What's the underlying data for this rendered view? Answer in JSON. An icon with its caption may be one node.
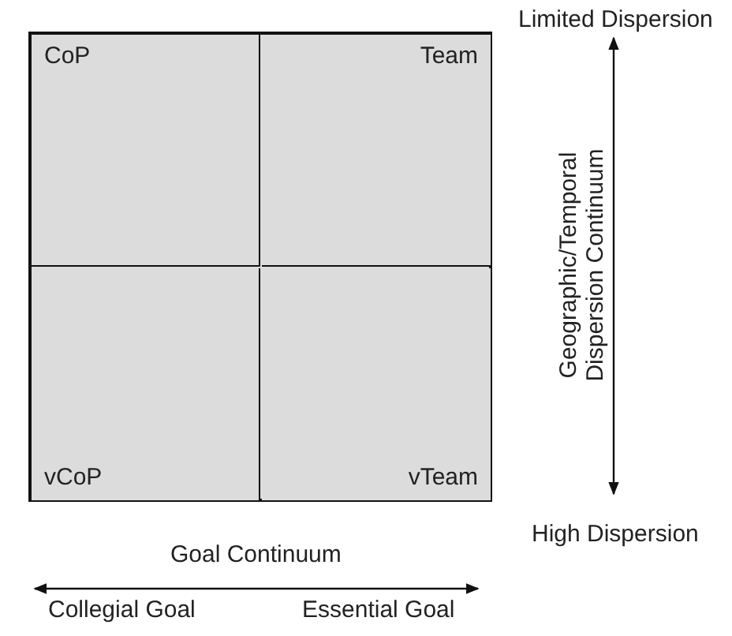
{
  "diagram": {
    "nodes": [
      {
        "text": [
          "CoP"
        ]
      },
      {
        "text": [
          "Team"
        ]
      },
      {
        "text": [
          "vCoP"
        ]
      },
      {
        "text": [
          "vTeam"
        ]
      }
    ],
    "labels": [
      "Limited Dispersion",
      "Geographic/Temporal Dispersion Continuum",
      "High Dispersion",
      "Goal Continuum",
      "Collegial Goal",
      "Essential Goal"
    ]
  }
}
